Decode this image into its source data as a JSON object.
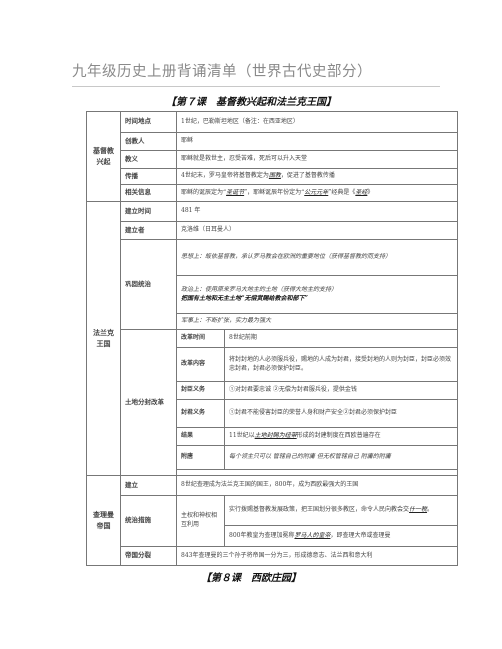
{
  "page": {
    "title": "九年级历史上册背诵清单（世界古代史部分）",
    "lesson7_title": "【第７课　基督教兴起和法兰克王国】",
    "lesson8_title": "【第８课　西欧庄园】"
  },
  "christianity": {
    "name": "基督教兴起",
    "location_label": "时间地点",
    "location_value": "1世纪，巴勒斯坦地区（备注：在西亚地区）",
    "founder_label": "创教人",
    "founder_value": "耶稣",
    "doctrine_label": "教义",
    "doctrine_value": "耶稣就是救世主，忍受苦难，死后可以升入天堂",
    "spread_label": "传播",
    "spread_a": "4世纪末，罗马皇帝将基督教定为",
    "spread_em": "国教",
    "spread_b": "，促进了基督教传播",
    "info_label": "相关信息",
    "info_a": "耶稣的诞辰定为“",
    "info_em1": "圣诞节",
    "info_b": "”，耶稣诞辰年份定为“",
    "info_em2": "公元元年",
    "info_c": "”经典是《",
    "info_em3": "圣经",
    "info_d": "》"
  },
  "frankish": {
    "name": "法兰克王国",
    "time_label": "建立时间",
    "time_value": "481 年",
    "founder_label": "建立者",
    "founder_value": "克洛维（日耳曼人）",
    "consolidate_label": "巩固统治",
    "consolidate_text": "思想上：皈依基督教，承认罗马教会在欧洲的重要地位（获得基督教的而支持）",
    "politics_a": "政治上：使用原来罗马大地主的土地（获得大地主的支持）",
    "politics_b": "把国有土地和无主土地“无偿赏赐给教会和部下”",
    "military": "军事上：不断扩张，实力最为强大",
    "land_label": "土地分封改革",
    "reform_time_label": "改革时间",
    "reform_time_value": "8世纪前期",
    "reform_content_label": "改革内容",
    "reform_content_value": "将封封地的人必须服兵役，赐地的人成为封君，接受封地的人则为封臣，封臣必须效忠封君，封君必须保护封臣。",
    "vassal_label": "封臣义务",
    "vassal_value": "①对封君要忠诚 ②无偿为封君服兵役，提供金钱",
    "lord_label": "封君义务",
    "lord_value": "①封君不能侵害封臣的荣誉人身和财产安全②封君必须保护封臣",
    "result_label": "结果",
    "result_a": "11世纪以",
    "result_em": "土地封赐为纽带",
    "result_b": "形成的封建制度在西欧普遍存在",
    "appendix_label": "附唐",
    "appendix_value": "每个领主只可以 管辖自己的附庸 但无权管辖自己 附庸的附庸"
  },
  "charlemagne": {
    "name": "查理曼帝国",
    "found_label": "建立",
    "found_value": "8世纪查理成为法兰克王国的国王，800年，成为西欧最强大的王国",
    "rule_label": "统治措施",
    "rule_sub": "主权和神权相互利用",
    "rule_a1": "实行拨赐基督教发展政策，把王国划分很多教区，命令人民向教会交",
    "rule_a_em": "什一税",
    "rule_a2": "。",
    "rule_b1": "800年教皇为查理加冕称",
    "rule_b_em": "罗马人的皇帝",
    "rule_b2": "，即查理大帝或查理曼",
    "split_label": "帝国分裂",
    "split_value": "843年查理曼的三个孙子将帝国一分为三，形成德意志、法兰西和意大利"
  }
}
